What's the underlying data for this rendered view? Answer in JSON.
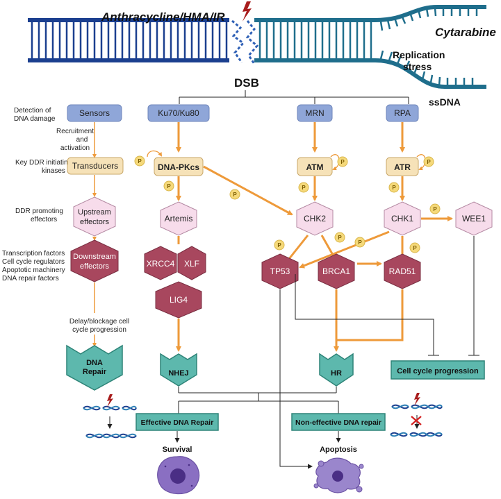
{
  "header": {
    "agents_label": "Anthracycline/HMA/IR",
    "cytarabine_label": "Cytarabine",
    "replication_stress_line1": "Replication",
    "replication_stress_line2": "stress",
    "ssdna_label": "ssDNA",
    "dsb_label": "DSB"
  },
  "legend": {
    "detection_line1": "Detection of",
    "detection_line2": "DNA damage",
    "sensors": "Sensors",
    "recruitment_line1": "Recruitment",
    "recruitment_line2": "and",
    "recruitment_line3": "activation",
    "key_ddr_line1": "Key DDR initiating",
    "key_ddr_line2": "kinases",
    "transducers": "Transducers",
    "ddr_promoting_line1": "DDR promoting",
    "ddr_promoting_line2": "effectors",
    "upstream_line1": "Upstream",
    "upstream_line2": "effectors",
    "factors_line1": "Transcription factors",
    "factors_line2": "Cell cycle regulators",
    "factors_line3": "Apoptotic machinery",
    "factors_line4": "DNA repair factors",
    "downstream_line1": "Downstream",
    "downstream_line2": "effectors",
    "delay_line1": "Delay/blockage cell",
    "delay_line2": "cycle progression",
    "dna_repair_line1": "DNA",
    "dna_repair_line2": "Repair"
  },
  "nodes": {
    "ku": "Ku70/Ku80",
    "mrn": "MRN",
    "rpa": "RPA",
    "dnapkcs": "DNA-PKcs",
    "atm": "ATM",
    "atr": "ATR",
    "artemis": "Artemis",
    "chk2": "CHK2",
    "chk1": "CHK1",
    "wee1": "WEE1",
    "xrcc4": "XRCC4",
    "xlf": "XLF",
    "lig4": "LIG4",
    "tp53": "TP53",
    "brca1": "BRCA1",
    "rad51": "RAD51",
    "nhej": "NHEJ",
    "hr": "HR",
    "cell_cycle": "Cell cycle progression"
  },
  "phospho_label": "P",
  "outcomes": {
    "effective_repair": "Effective DNA Repair",
    "non_effective_repair": "Non-effective DNA repair",
    "survival": "Survival",
    "apoptosis": "Apoptosis"
  },
  "colors": {
    "dna_dark": "#1b3f8f",
    "dna_teal": "#1f6e8c",
    "sensor_blue": "#8fa6d8",
    "transducer_beige": "#f6e2b8",
    "upstream_pink": "#f7dceb",
    "downstream_maroon": "#a8475e",
    "repair_teal": "#5db8ad",
    "arrow_orange": "#ee9a3a",
    "phospho_yellow": "#f5d97a",
    "cell_purple": "#8a6fc2",
    "lightning_red": "#a81c1c"
  }
}
